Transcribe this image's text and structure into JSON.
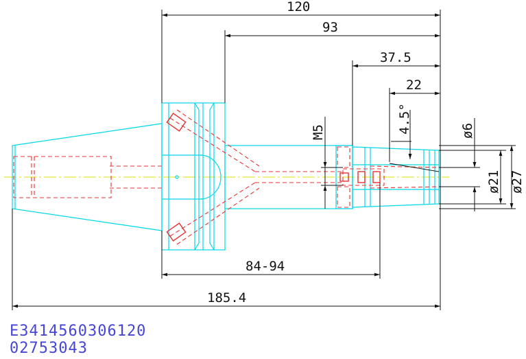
{
  "dimensions": {
    "d120": "120",
    "d93": "93",
    "d37_5": "37.5",
    "d22": "22",
    "angle": "4.5°",
    "m5": "M5",
    "dia6": "ø6",
    "dia21": "ø21",
    "dia27": "ø27",
    "d84_94": "84-94",
    "d185_4": "185.4"
  },
  "part": {
    "code": "E3414560306120",
    "number": "02753043"
  },
  "colors": {
    "outline": "#00d8e8",
    "hidden": "#e83030",
    "centerline": "#e0e000",
    "dimension": "#111111",
    "code_text": "#4545d8"
  }
}
